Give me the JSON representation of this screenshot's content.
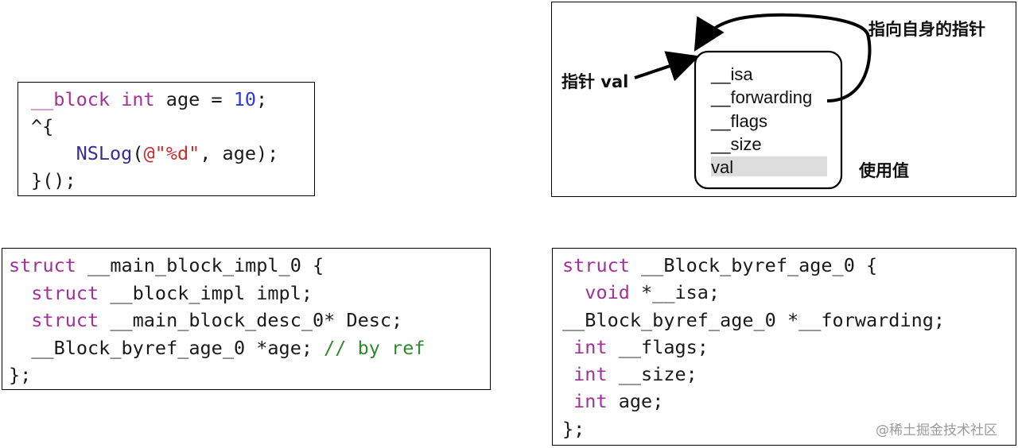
{
  "block_code": {
    "line1": {
      "kw1": "__block",
      "kw2": "int",
      "rest": " age = ",
      "num": "10",
      "end": ";"
    },
    "line2": "^{",
    "line3": {
      "indent": "    ",
      "fn": "NSLog",
      "paren_open": "(",
      "str": "@\"%d\"",
      "rest": ", age);"
    },
    "line4": "}();"
  },
  "impl_code": {
    "line1": {
      "kw": "struct",
      "rest": " __main_block_impl_0 {"
    },
    "line2": {
      "indent": "  ",
      "kw": "struct",
      "rest": " __block_impl impl;"
    },
    "line3": {
      "indent": "  ",
      "kw": "struct",
      "rest": " __main_block_desc_0* Desc;"
    },
    "line4": {
      "indent": "  ",
      "rest": "__Block_byref_age_0 *age; ",
      "cmt": "// by ref"
    },
    "line5": "};"
  },
  "byref_code": {
    "line1": {
      "kw": "struct",
      "rest": " __Block_byref_age_0 {"
    },
    "line2": {
      "indent": "  ",
      "kw": "void",
      "rest": " *__isa;"
    },
    "line3": "__Block_byref_age_0 *__forwarding;",
    "line4": {
      "indent": " ",
      "kw": "int",
      "rest": " __flags;"
    },
    "line5": {
      "indent": " ",
      "kw": "int",
      "rest": " __size;"
    },
    "line6": {
      "indent": " ",
      "kw": "int",
      "rest": " age;"
    },
    "line7": "};"
  },
  "diagram": {
    "self_pointer_label": "指向自身的指针",
    "pointer_val_label": "指针 val",
    "use_value_label": "使用值",
    "fields": [
      "__isa",
      "__forwarding",
      "__flags",
      "__size",
      "val"
    ]
  },
  "watermark": "@稀土掘金技术社区"
}
